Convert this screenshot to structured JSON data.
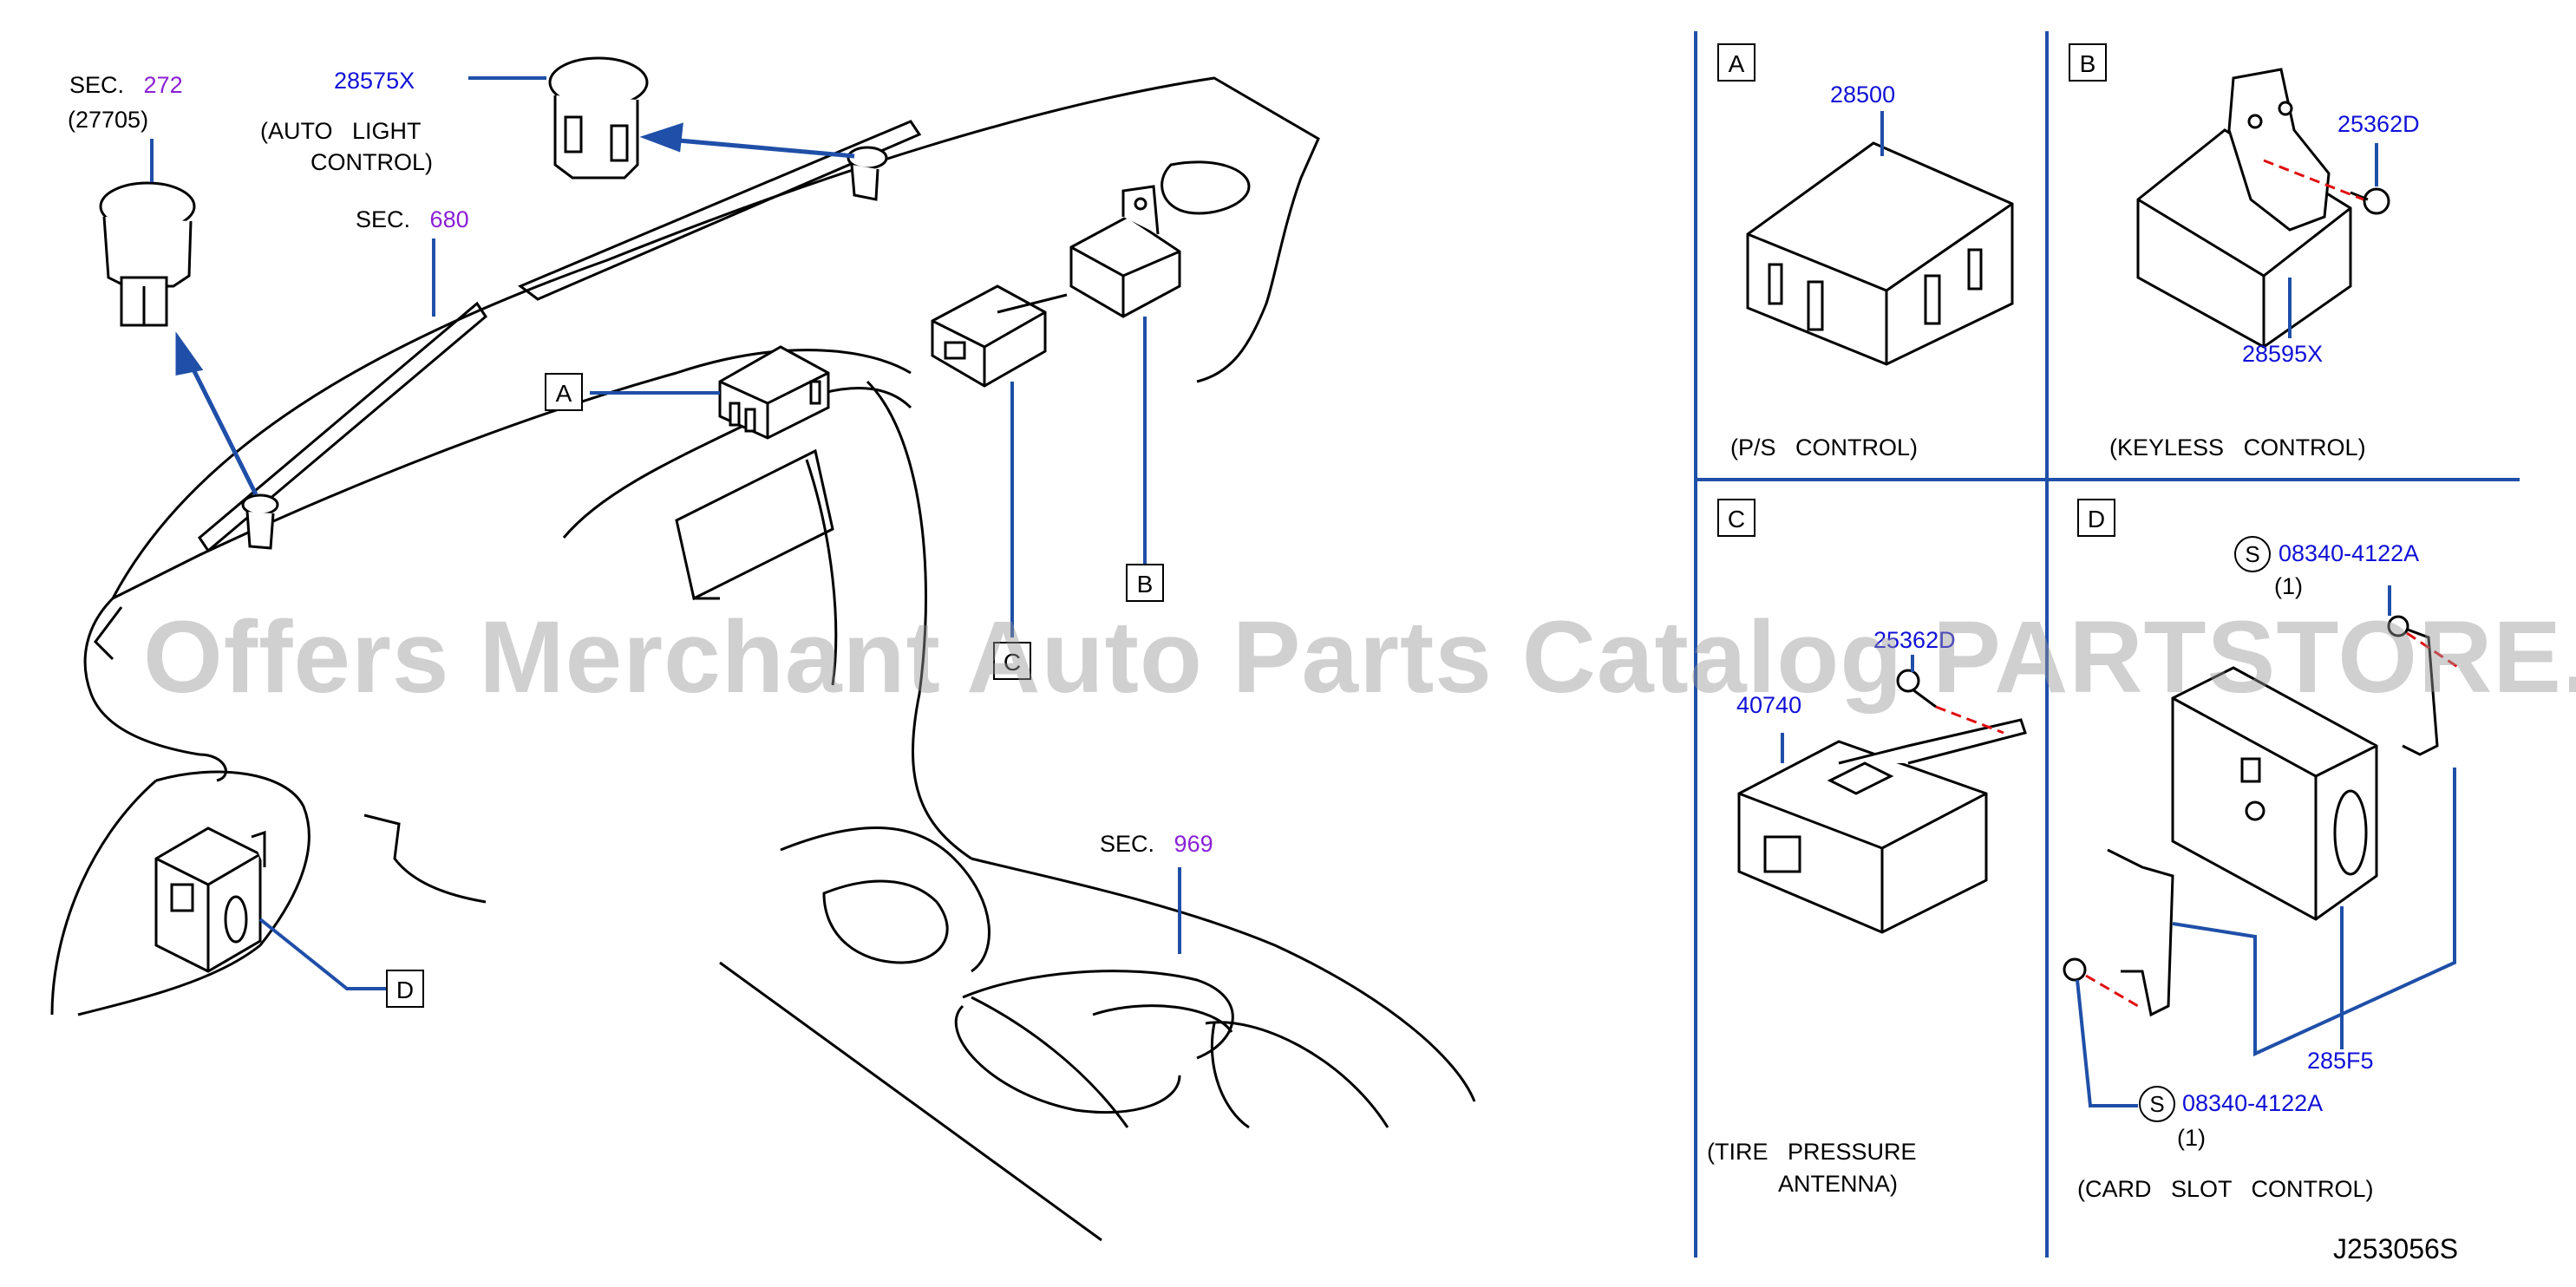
{
  "main_view": {
    "sec_272": {
      "prefix": "SEC.",
      "number": "272",
      "sub": "(27705)"
    },
    "part_28575x": {
      "number": "28575X",
      "desc_line1": "(AUTO   LIGHT",
      "desc_line2": "CONTROL)"
    },
    "sec_680": {
      "prefix": "SEC.",
      "number": "680"
    },
    "sec_969": {
      "prefix": "SEC.",
      "number": "969"
    },
    "callouts": {
      "a": "A",
      "b": "B",
      "c": "C",
      "d": "D"
    }
  },
  "panel_a": {
    "tag": "A",
    "part": "28500",
    "caption": "(P/S   CONTROL)"
  },
  "panel_b": {
    "tag": "B",
    "part_screw": "25362D",
    "part_main": "28595X",
    "caption": "(KEYLESS   CONTROL)"
  },
  "panel_c": {
    "tag": "C",
    "part_screw": "25362D",
    "part_main": "40740",
    "caption_line1": "(TIRE   PRESSURE",
    "caption_line2": "ANTENNA)"
  },
  "panel_d": {
    "tag": "D",
    "s_mark": "S",
    "bolt_top": "08340-4122A",
    "qty_top": "(1)",
    "part_main": "285F5",
    "bolt_bottom": "08340-4122A",
    "qty_bottom": "(1)",
    "caption": "(CARD   SLOT   CONTROL)"
  },
  "diagram_ref": "J253056S",
  "watermark": "Offers Merchant Auto Parts Catalog PARTSTORE.SA",
  "colors": {
    "line": "#000000",
    "leader": "#1f4fa8",
    "part_number": "#1010d8",
    "section": "#8a1fd6",
    "dash": "#e01010"
  }
}
